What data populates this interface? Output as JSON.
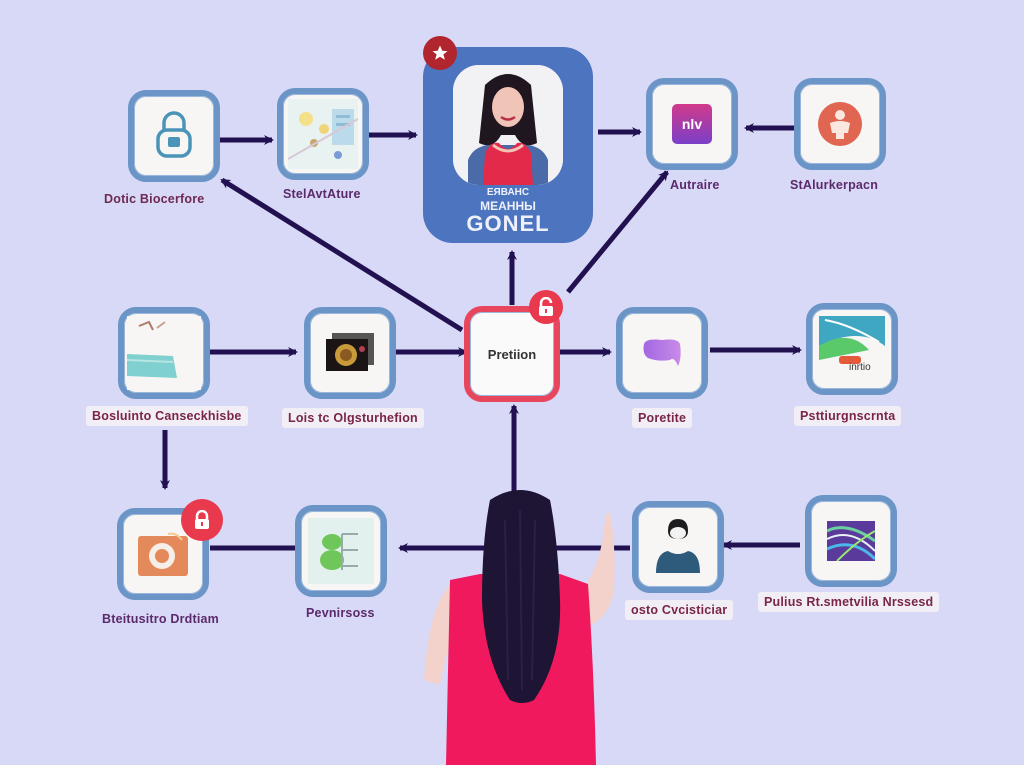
{
  "diagram": {
    "background_color": "#d8d8f7",
    "tile_border_color": "#6b95c6",
    "highlight_color": "#e8465d",
    "arrow_color": "#221150",
    "label_color": "#6d2a52"
  },
  "profile_card": {
    "line1": "ЕЯВАНС",
    "line2": "МЕАННЫ",
    "name": "GONEL",
    "badge_icon": "star-icon"
  },
  "center_node": {
    "label": "Pretiion",
    "badge_icon": "unlock-icon"
  },
  "nodes": [
    {
      "id": "dotic",
      "label": "Dotic Biocerfore",
      "icon": "padlock-icon"
    },
    {
      "id": "steli",
      "label": "StelAvtAture",
      "icon": "image-collage-icon"
    },
    {
      "id": "autraire",
      "label": "Autraire",
      "icon": "app-tile-icon",
      "icon_text": "nlv"
    },
    {
      "id": "stalurke",
      "label": "StAlurkerpacn",
      "icon": "person-circle-icon"
    },
    {
      "id": "bosluinto",
      "label": "Bosluinto Canseckhisbe",
      "icon": "document-image-icon"
    },
    {
      "id": "lois",
      "label": "Lois tc Olgsturhefion",
      "icon": "photo-stack-icon"
    },
    {
      "id": "poretite",
      "label": "Poretite",
      "icon": "purple-blob-icon"
    },
    {
      "id": "psttiurg",
      "label": "Psttiurgnscrnta",
      "icon": "landscape-image-icon",
      "icon_text": "inrtio"
    },
    {
      "id": "bteitusitro",
      "label": "Bteitusitro Drdtiam",
      "icon": "camera-icon",
      "badge_icon": "lock-icon"
    },
    {
      "id": "pevnirsoss",
      "label": "Pevnirsoss",
      "icon": "checklist-icon"
    },
    {
      "id": "osto",
      "label": "osto Cvcisticiar",
      "icon": "user-avatar-icon"
    },
    {
      "id": "pulius",
      "label": "Pulius Rt.smetvilia Nrssesd",
      "icon": "abstract-art-icon"
    }
  ]
}
